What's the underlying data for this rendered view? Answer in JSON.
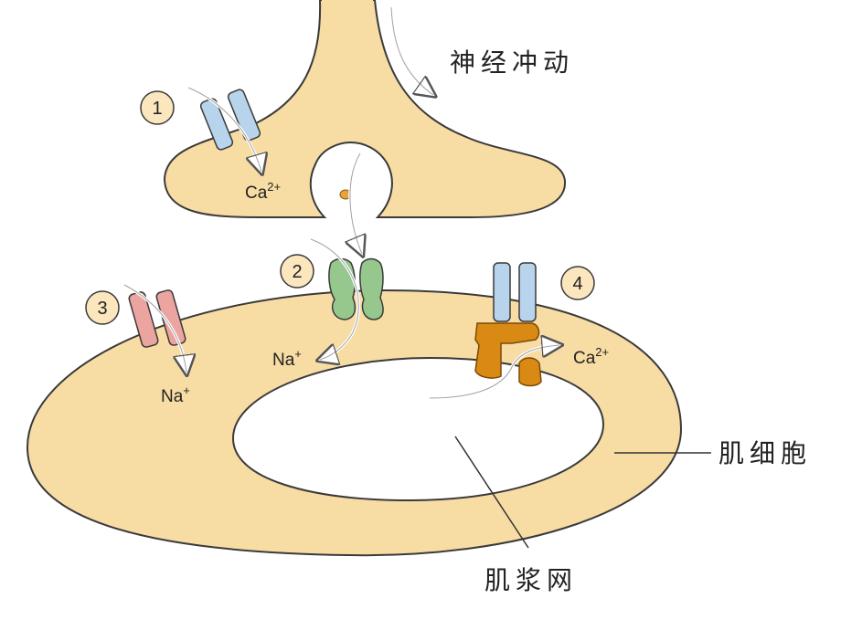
{
  "labels": {
    "nerve_impulse": "神经冲动",
    "muscle_cell": "肌细胞",
    "sarcoplasmic_reticulum": "肌浆网"
  },
  "steps": [
    "1",
    "2",
    "3",
    "4"
  ],
  "ions": {
    "ca_presynaptic": {
      "base": "Ca",
      "charge": "2+"
    },
    "na_receptor": {
      "base": "Na",
      "charge": "+"
    },
    "na_channel": {
      "base": "Na",
      "charge": "+"
    },
    "ca_release": {
      "base": "Ca",
      "charge": "2+"
    }
  },
  "colors": {
    "cell_fill": "#F7DCA4",
    "outline": "#3a3a3a",
    "ca_channel": "#B8D4EC",
    "na_channel": "#EBA4A0",
    "receptor": "#96C88E",
    "ryanodine": "#D98A14",
    "step_circle": "#FBE6BE"
  }
}
